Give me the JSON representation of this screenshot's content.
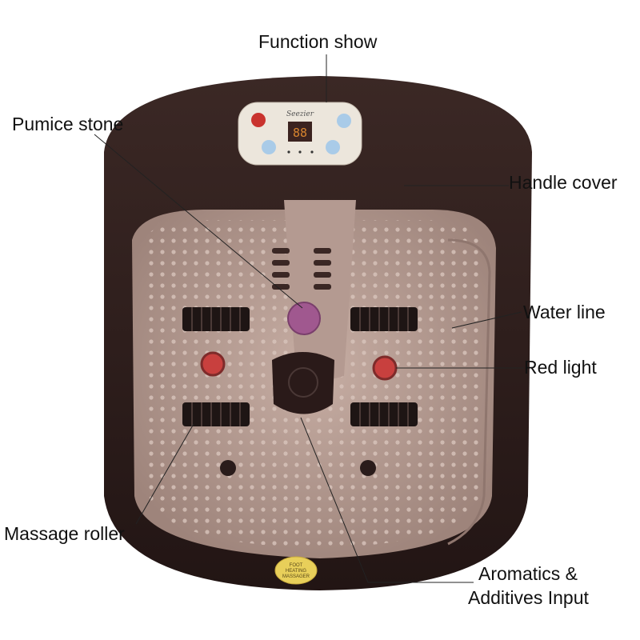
{
  "labels": {
    "function_show": "Function show",
    "pumice_stone": "Pumice stone",
    "handle_cover": "Handle cover",
    "water_line": "Water line",
    "red_light": "Red light",
    "massage_roller": "Massage roller",
    "aromatics_line1": "Aromatics &",
    "aromatics_line2": "Additives Input"
  },
  "product": {
    "brand_logo": "Seezier",
    "display_value": "88",
    "sticker_text": "FOOT HEATING MASSAGER",
    "colors": {
      "body": "#2e1d1b",
      "basin": "#b9a097",
      "pumice": "#a0588f",
      "red_light": "#c8403e",
      "panel": "#ece6dc"
    }
  }
}
